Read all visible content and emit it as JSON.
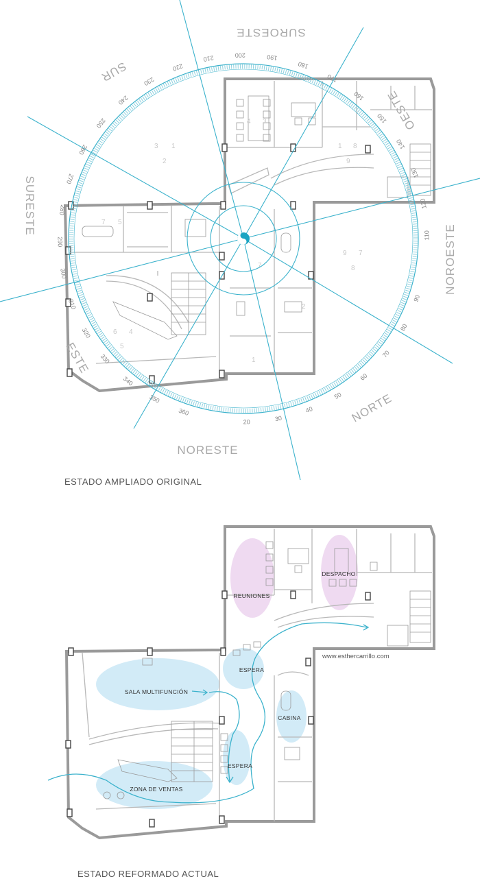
{
  "compass": {
    "directions": {
      "sur": "SUR",
      "suroeste": "SUROESTE",
      "sureste": "SURESTE",
      "noroeste": "NOROESTE",
      "oeste": "OESTE",
      "norte": "NORTE",
      "este": "ESTE",
      "noreste": "NORESTE"
    },
    "degrees": [
      "20",
      "30",
      "40",
      "50",
      "60",
      "70",
      "80",
      "90",
      "110",
      "120",
      "130",
      "140",
      "150",
      "160",
      "170",
      "180",
      "190",
      "200",
      "210",
      "220",
      "230",
      "240",
      "250",
      "260",
      "270",
      "280",
      "290",
      "300",
      "310",
      "320",
      "330",
      "340",
      "350",
      "360"
    ]
  },
  "plan1": {
    "caption": "ESTADO AMPLIADO ORIGINAL",
    "room_numbers": [
      "3",
      "1",
      "2",
      "4",
      "3",
      "1",
      "8",
      "9",
      "7",
      "5",
      "6",
      "4",
      "5",
      "9",
      "7",
      "8",
      "7",
      "2",
      "1"
    ]
  },
  "plan2": {
    "caption": "ESTADO REFORMADO ACTUAL",
    "website": "www.esthercarrillo.com",
    "zones": {
      "reuniones": "REUNIONES",
      "despacho": "DESPACHO",
      "espera_top": "ESPERA",
      "sala": "SALA MULTIFUNCIÓN",
      "cabina": "CABINA",
      "espera_bottom": "ESPERA",
      "ventas": "ZONA DE VENTAS"
    }
  },
  "colors": {
    "accent": "#3bb2cc",
    "zone_blue": "#cde9f6",
    "zone_pink": "#ecd3ef"
  }
}
